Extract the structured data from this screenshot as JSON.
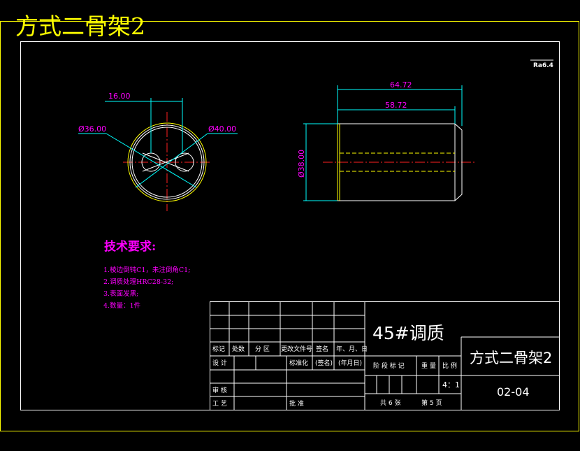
{
  "drawing_title": "方式二骨架2",
  "roughness": "Ra6.4",
  "dimensions": {
    "front_center_spacing": "16.00",
    "front_inner_diameter": "Ø36.00",
    "front_outer_diameter": "Ø40.00",
    "side_total_length": "64.72",
    "side_body_length": "58.72",
    "side_diameter": "Ø38.00"
  },
  "technical_requirements": {
    "title": "技术要求:",
    "items": [
      "1.棱边倒钝C1，未注倒角C1;",
      "2.调质处理HRC28-32;",
      "3.表面发黑;",
      "4.数量：1件"
    ]
  },
  "title_block": {
    "material": "45#调质",
    "part_name": "方式二骨架2",
    "drawing_number": "02-04",
    "scale": "4：1",
    "sheet_count": "共 6 张",
    "sheet_index": "第 5 页",
    "row_headers": [
      "标记",
      "处数",
      "分 区",
      "更改文件号",
      "签名",
      "年、月、日"
    ],
    "design_label": "设 计",
    "standardization_label": "标准化",
    "signature_label": "(签名)",
    "date_label": "(年月日)",
    "review_label": "审 核",
    "process_label": "工 艺",
    "approve_label": "批 准",
    "stage_label": "阶 段 标 记",
    "weight_label": "重 量",
    "scale_label": "比 例"
  }
}
